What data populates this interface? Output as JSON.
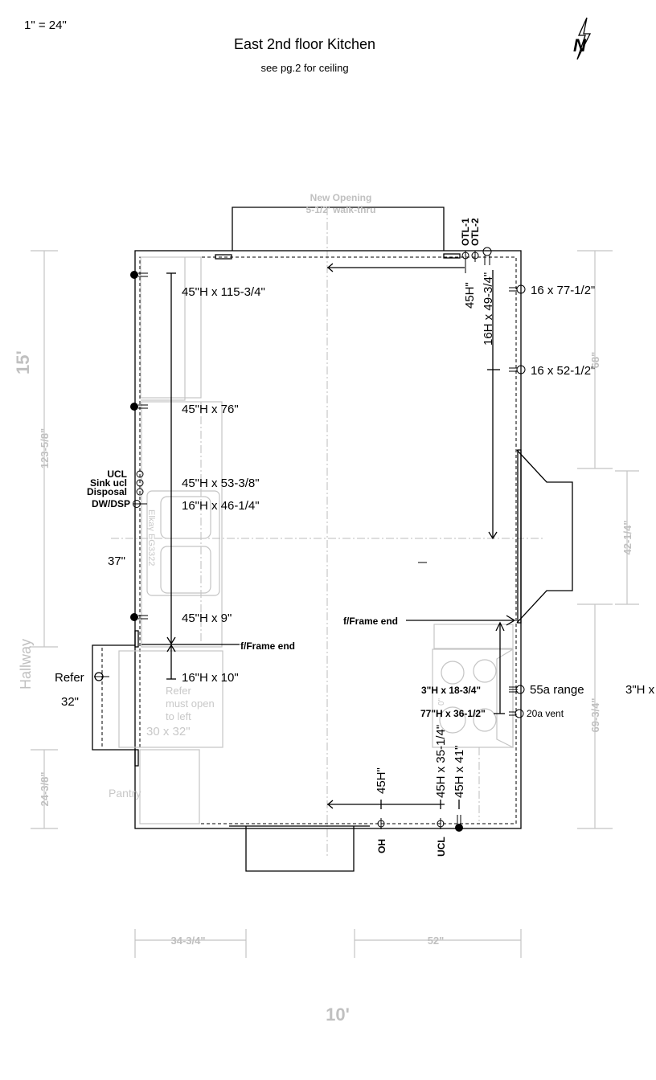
{
  "header": {
    "scale": "1\" = 24\"",
    "title": "East 2nd floor Kitchen",
    "subtitle": "see pg.2 for ceiling",
    "north_icon": "north-arrow-icon"
  },
  "openings": {
    "top_line1": "New Opening",
    "top_line2": "5-1/2' walk-thru"
  },
  "left_wall": {
    "dims": [
      "45\"H x 115-3/4\"",
      "45\"H x 76\"",
      "45\"H x 53-3/8\"",
      "16\"H x 46-1/4\"",
      "45\"H x 9\"",
      "16\"H x 10\""
    ],
    "outlet_labels": [
      "UCL",
      "Sink ucl",
      "Disposal",
      "DW/DSP"
    ],
    "sink_model": "Elkay EG3322",
    "counter_width": "37\"",
    "frame_end": "f/Frame end",
    "refer": "Refer",
    "refer_width": "32\"",
    "refer_note": [
      "Refer",
      "must open",
      "to left"
    ],
    "refer_size": "30 x 32\"",
    "pantry": "Pantry",
    "hallway": "Hallway"
  },
  "right_wall": {
    "otl": [
      "OTL-1",
      "OTL-2"
    ],
    "h45": "45H\"",
    "dim_16h": "16H x 49-3/4\"",
    "dims": [
      "16 x 77-1/2\"",
      "16 x 52-1/2\""
    ],
    "frame_end": "f/Frame end",
    "range_dims": [
      "3\"H x 18-3/4\"",
      "77\"H x 36-1/2\""
    ],
    "range_outlet": "55a range",
    "vent_outlet": "20a vent",
    "cutoff": "3\"H x",
    "range_gray": "0\""
  },
  "bottom_wall": {
    "h45": "45H\"",
    "dims": [
      "45H x 35-1/4\"",
      "45H x 41\""
    ],
    "labels": [
      "OH",
      "UCL"
    ]
  },
  "dimensions": {
    "overall_height": "15'",
    "overall_width": "10'",
    "left_upper": "123-5/8\"",
    "left_lower": "24-3/8\"",
    "right_upper": "68\"",
    "right_window": "42-1/4\"",
    "right_lower": "69-3/4\"",
    "bottom_left": "34-3/4\"",
    "bottom_right": "52\""
  }
}
